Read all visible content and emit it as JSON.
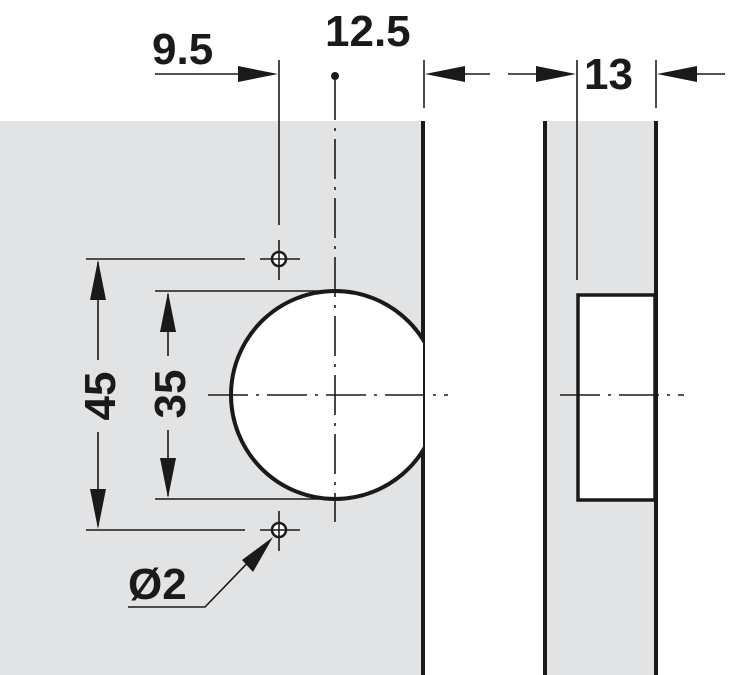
{
  "drawing": {
    "colors": {
      "panel": "#e2e3e5",
      "line": "#1a1a1a",
      "hole": "#ffffff"
    },
    "dimensions": {
      "hole_offset": "9.5",
      "cup_center_offset": "12.5",
      "cup_depth": "13",
      "screw_spacing": "45",
      "cup_diameter": "35",
      "screw_hole_diameter": "Ø2"
    }
  }
}
